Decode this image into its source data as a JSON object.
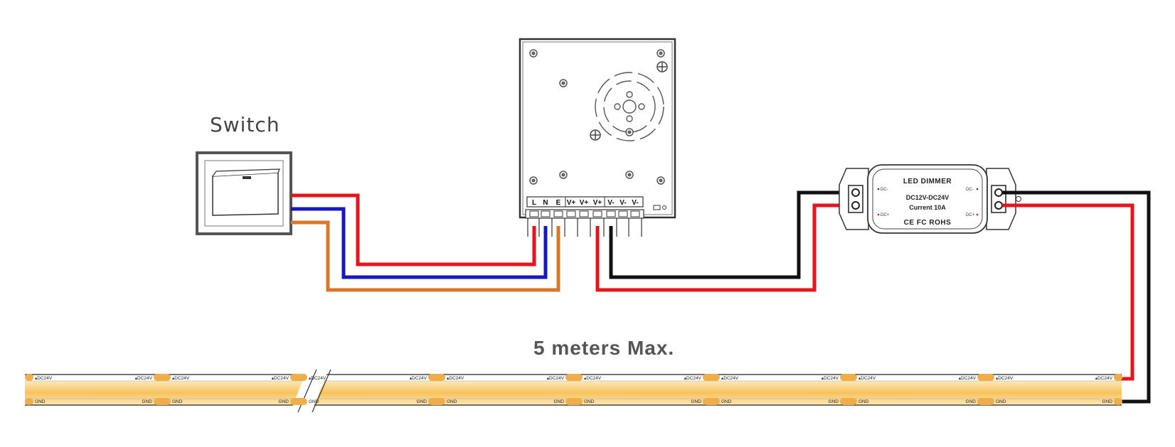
{
  "labels": {
    "switch": "Switch",
    "max_length": "5 meters Max."
  },
  "power_supply": {
    "terminals": [
      "L",
      "N",
      "E",
      "V+",
      "V+",
      "V+",
      "V-",
      "V-",
      "V-"
    ]
  },
  "dimmer": {
    "title": "LED DIMMER",
    "voltage": "DC12V-DC24V",
    "current": "Current 10A",
    "certs": "CE  FC  ROHS",
    "ports": {
      "in_neg": "DC-",
      "in_pos": "DC+",
      "out_neg": "DC-",
      "out_pos": "DC+"
    }
  },
  "strip": {
    "positive_label": "DC24V",
    "ground_label": "GND"
  },
  "colors": {
    "live": "#e8141b",
    "neutral": "#1717c8",
    "earth": "#d8782a",
    "positive": "#e8141b",
    "negative": "#111111",
    "strip": "#f7c96a",
    "pad": "#efae4a"
  }
}
